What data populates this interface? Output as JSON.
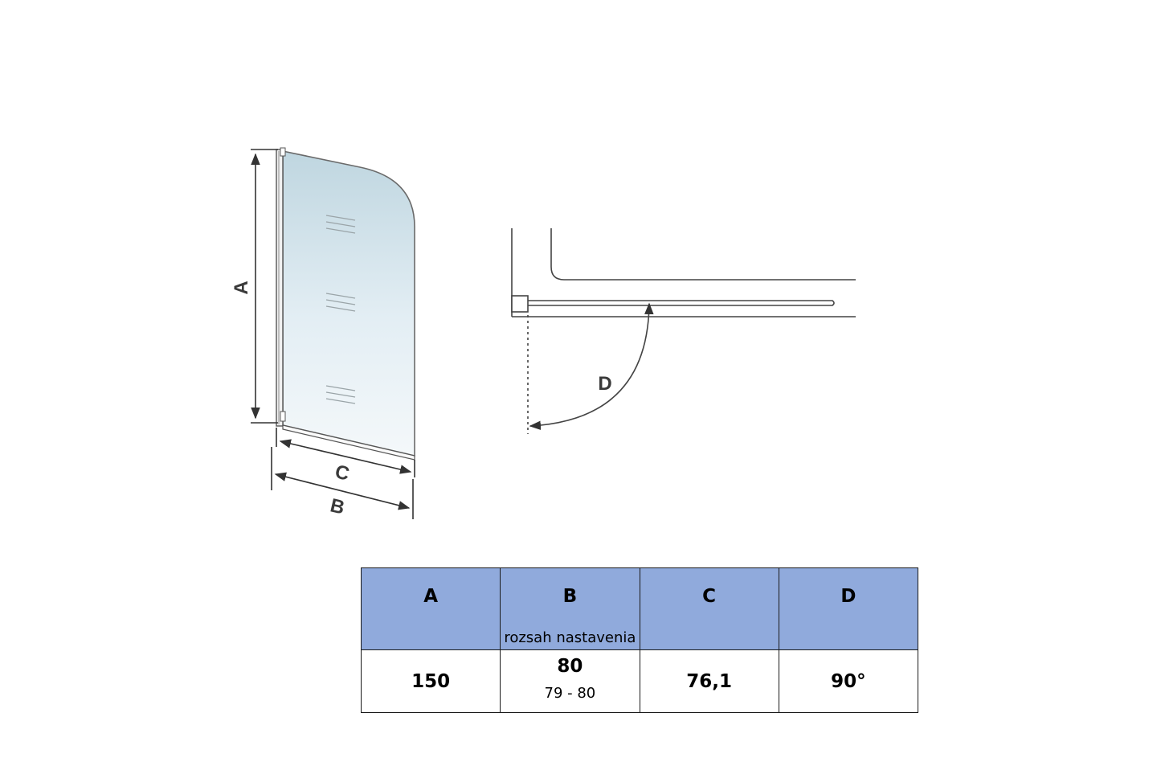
{
  "diagram": {
    "labels": {
      "a": "A",
      "b": "B",
      "c": "C",
      "d": "D"
    }
  },
  "table": {
    "headers": [
      {
        "label": "A",
        "sub": ""
      },
      {
        "label": "B",
        "sub": "rozsah nastavenia"
      },
      {
        "label": "C",
        "sub": ""
      },
      {
        "label": "D",
        "sub": ""
      }
    ],
    "row": [
      {
        "value": "150",
        "range": ""
      },
      {
        "value": "80",
        "range": "79 - 80"
      },
      {
        "value": "76,1",
        "range": ""
      },
      {
        "value": "90°",
        "range": ""
      }
    ],
    "header_color": "#90aadc"
  }
}
